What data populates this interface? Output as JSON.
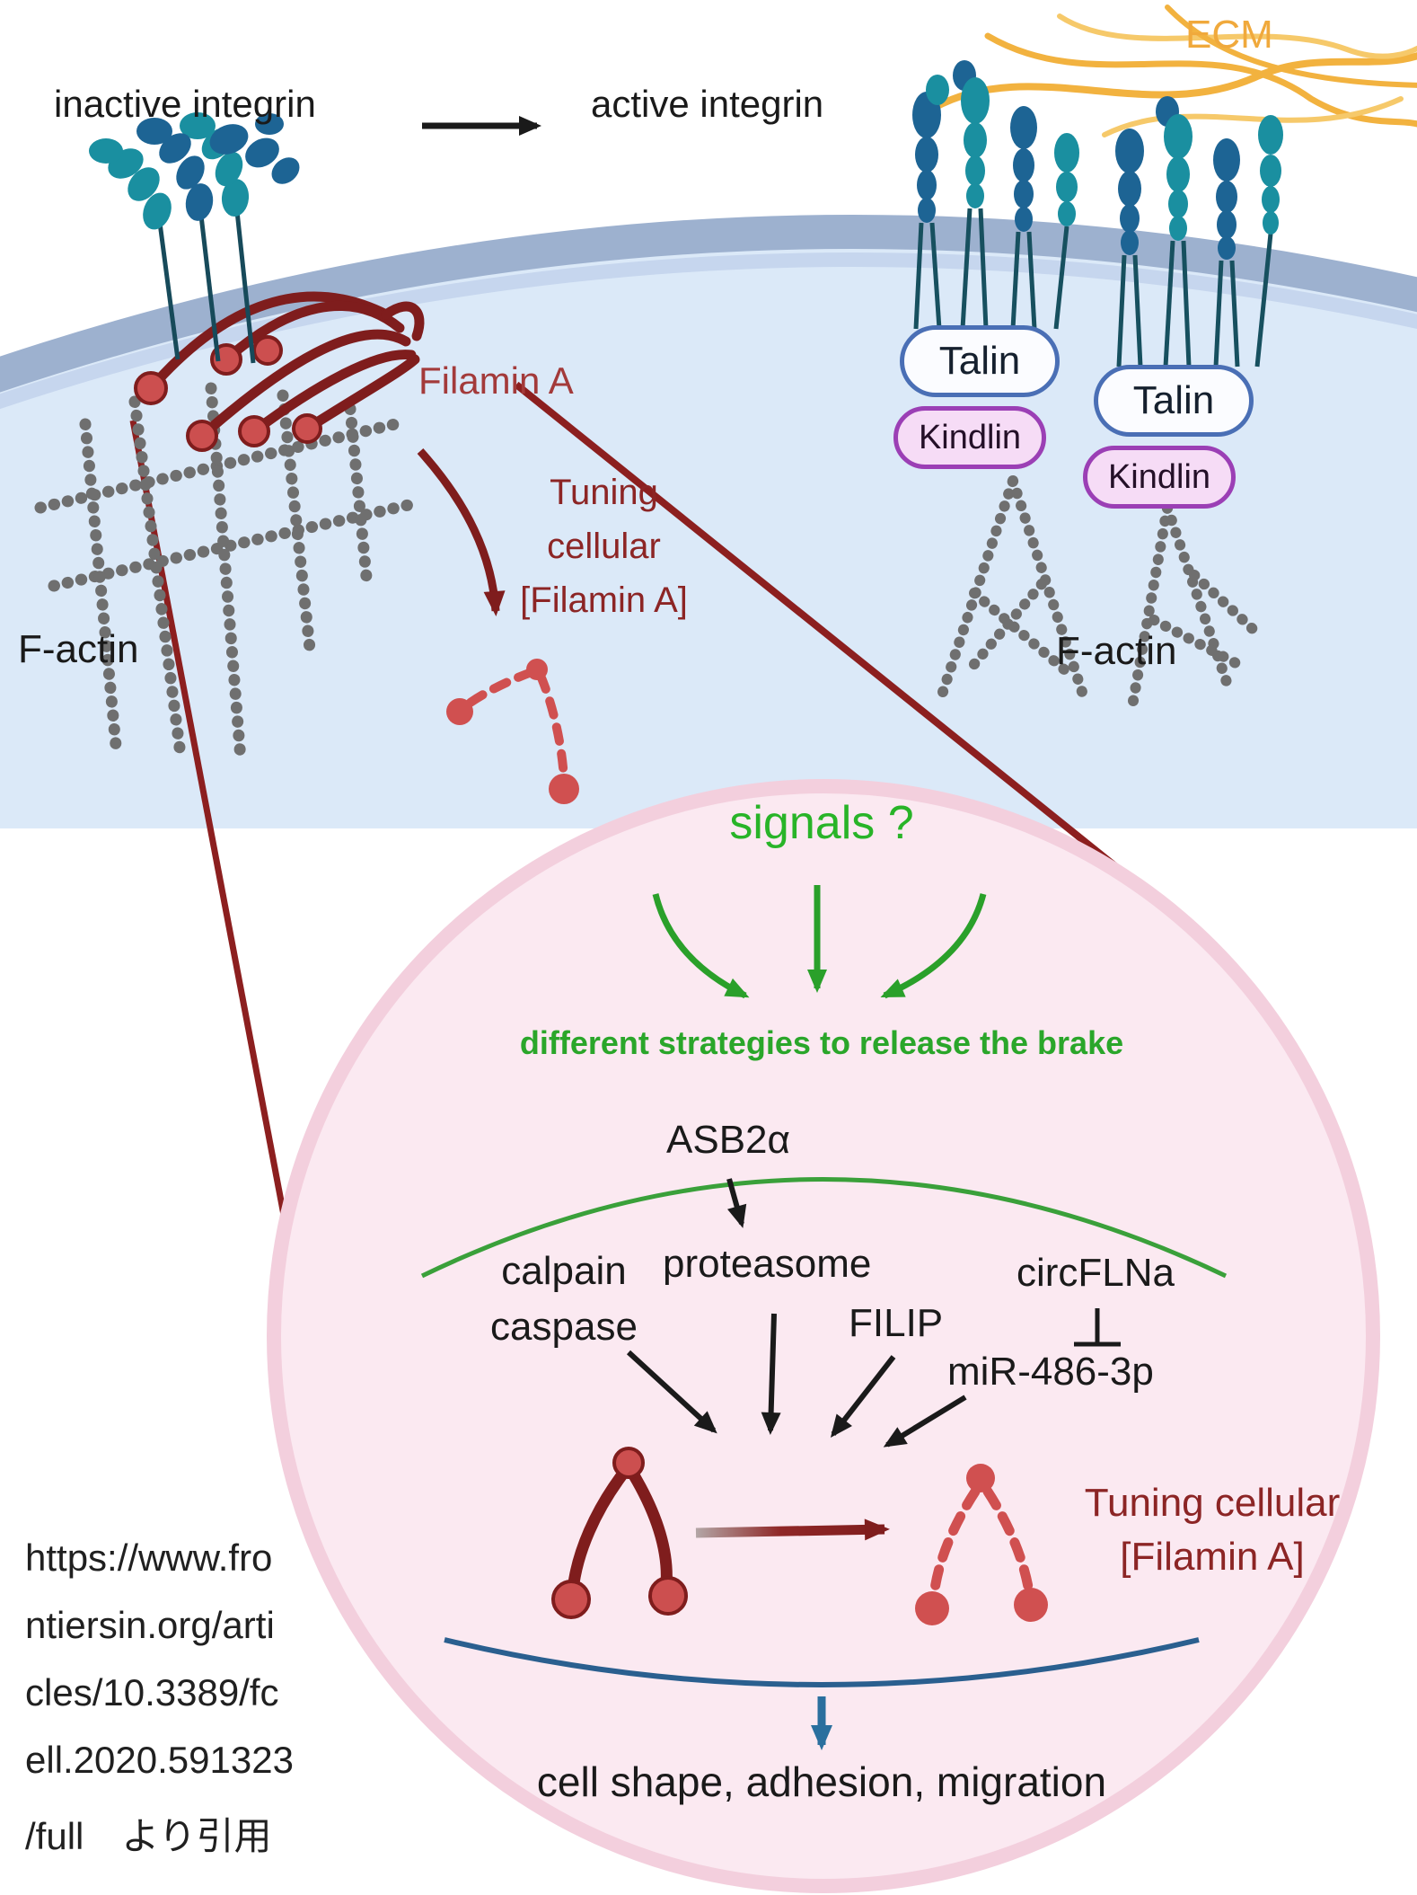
{
  "figure": {
    "type": "scientific-diagram",
    "topic": "Filamin A as a brake of integrin activation and strategies to release it"
  },
  "labels": {
    "inactive_integrin": "inactive integrin",
    "active_integrin": "active integrin",
    "ecm": "ECM",
    "filamin_a": "Filamin A",
    "f_actin": "F-actin",
    "tuning_top_1": "Tuning",
    "tuning_top_2": "cellular",
    "tuning_top_3": "[Filamin A]",
    "talin": "Talin",
    "kindlin": "Kindlin",
    "signals": "signals ?",
    "strategies": "different strategies to release the brake",
    "asb2a": "ASB2α",
    "proteasome": "proteasome",
    "calpain": "calpain",
    "caspase": "caspase",
    "filip": "FILIP",
    "circflna": "circFLNa",
    "mir486": "miR-486-3p",
    "tuning_bottom_1": "Tuning cellular",
    "tuning_bottom_2": "[Filamin A]",
    "outcome": "cell shape, adhesion, migration"
  },
  "citation": {
    "lines": [
      "https://www.fro",
      "ntiersin.org/arti",
      "cles/10.3389/fc",
      "ell.2020.591323",
      "/full　より引用"
    ]
  },
  "colors": {
    "dark_red": "#7f1d1d",
    "filamin_red": "#cc4f4f",
    "green": "#2aa02a",
    "integrin_blue": "#1d6494",
    "integrin_teal": "#1a8fa0",
    "ecm_orange": "#f2b23f",
    "membrane": "#9db1cf",
    "cytoplasm": "#dbe9f8",
    "circle_fill": "#fbe9f1",
    "circle_border": "#f3cfdd",
    "talin_border": "#4a6fb5",
    "kindlin_border": "#9b3fb5",
    "kindlin_fill": "#f6dcf6",
    "actin_gray": "#6f6f6f",
    "outcome_blue": "#2a5f8f"
  }
}
